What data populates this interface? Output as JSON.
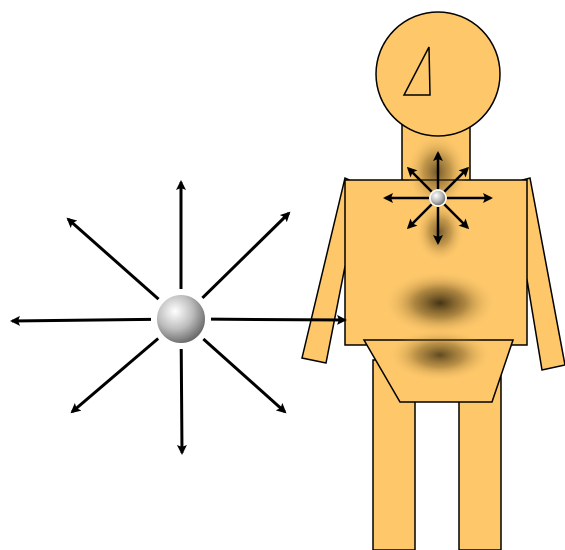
{
  "colors": {
    "body_fill": "#fdc76a",
    "outline": "#000000",
    "arrow": "#000000",
    "source_highlight": "#ffffff",
    "source_shadow": "#6b6b6b",
    "absorption_spot": "#3a2c10"
  },
  "diagram": {
    "figure": "human-silhouette",
    "head_marking": "triangle",
    "external_source_icon": "radiation-point-source",
    "internal_source_icon": "radiation-point-source",
    "external_emission_directions": [
      "n",
      "ne",
      "e",
      "se",
      "s",
      "sw",
      "w",
      "nw"
    ],
    "internal_emission_directions": [
      "n",
      "ne",
      "e",
      "se",
      "s",
      "sw",
      "w",
      "nw"
    ],
    "absorption_regions": [
      "neck",
      "upper-chest",
      "abdomen",
      "pelvis"
    ]
  }
}
